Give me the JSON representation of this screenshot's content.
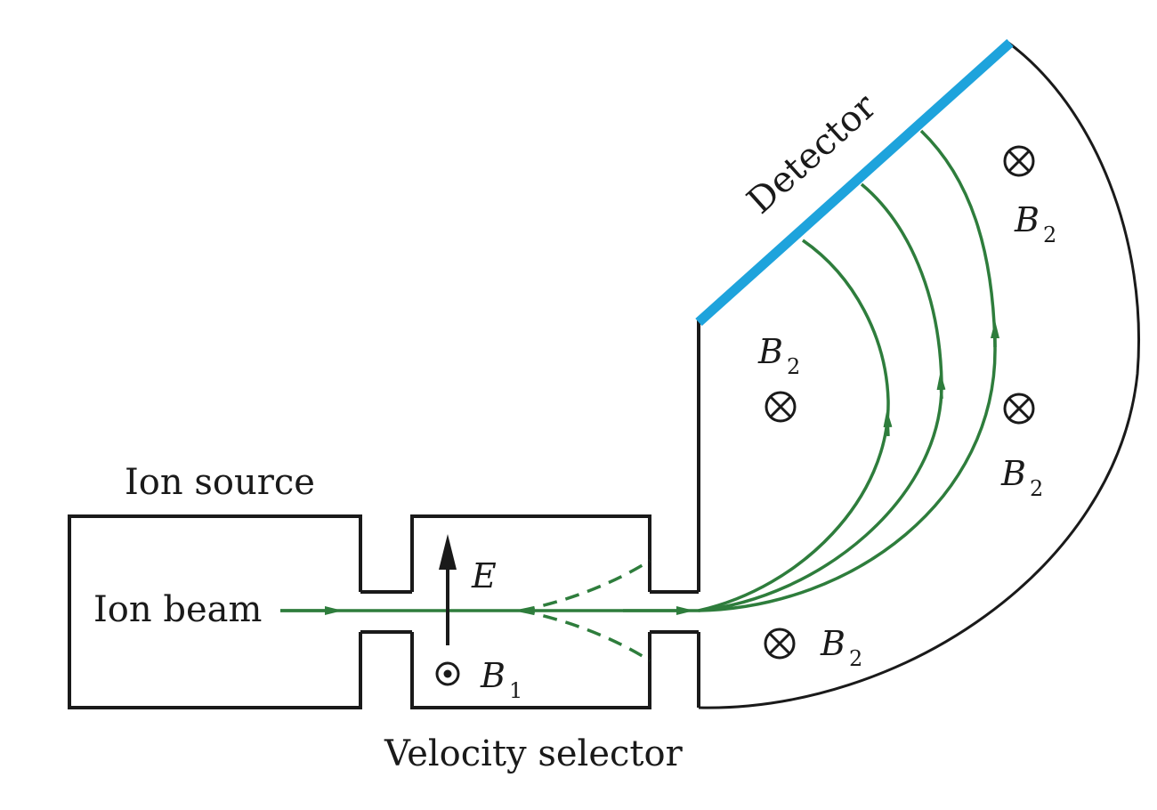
{
  "labels": {
    "ion_source": "Ion source",
    "ion_beam": "Ion beam",
    "velocity_selector": "Velocity selector",
    "detector": "Detector",
    "electric_field": "E",
    "field_b1_symbol": "B",
    "field_b1_subscript": "1",
    "field_b2_symbol": "B",
    "field_b2_subscript": "2"
  },
  "colors": {
    "beam": "#2e7d3c",
    "detector": "#1ea3dc",
    "walls": "#1a1a1a"
  },
  "icons": {
    "b1_direction": "field-out-of-page-icon",
    "b2_direction": "field-into-page-icon"
  }
}
